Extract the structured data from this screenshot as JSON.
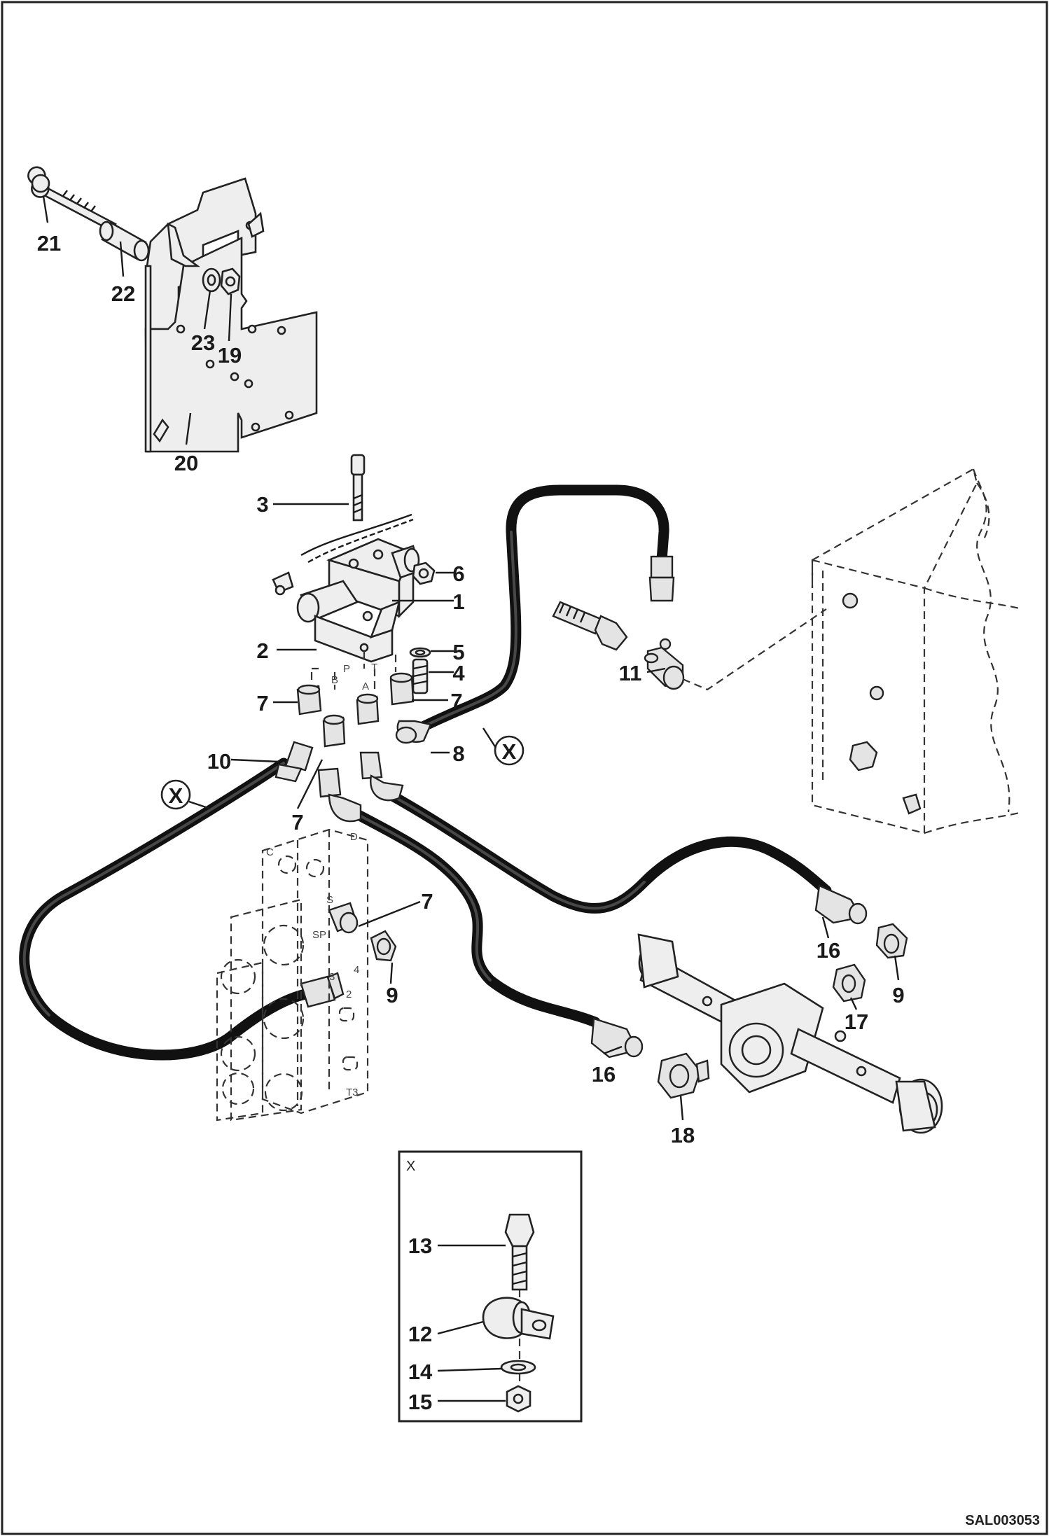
{
  "drawing_number": "SAL003053",
  "detail": {
    "label": "X",
    "items": [
      "13",
      "12",
      "14",
      "15"
    ]
  },
  "section_markers": [
    "X",
    "X"
  ],
  "callouts": [
    {
      "id": "c21",
      "text": "21"
    },
    {
      "id": "c22",
      "text": "22"
    },
    {
      "id": "c23",
      "text": "23"
    },
    {
      "id": "c19",
      "text": "19"
    },
    {
      "id": "c20",
      "text": "20"
    },
    {
      "id": "c3",
      "text": "3"
    },
    {
      "id": "c6",
      "text": "6"
    },
    {
      "id": "c1",
      "text": "1"
    },
    {
      "id": "c2",
      "text": "2"
    },
    {
      "id": "c5",
      "text": "5"
    },
    {
      "id": "c4",
      "text": "4"
    },
    {
      "id": "c7a",
      "text": "7"
    },
    {
      "id": "c7b",
      "text": "7"
    },
    {
      "id": "c8",
      "text": "8"
    },
    {
      "id": "c10",
      "text": "10"
    },
    {
      "id": "c7c",
      "text": "7"
    },
    {
      "id": "c7d",
      "text": "7"
    },
    {
      "id": "c9a",
      "text": "9"
    },
    {
      "id": "c11",
      "text": "11"
    },
    {
      "id": "c16a",
      "text": "16"
    },
    {
      "id": "c9b",
      "text": "9"
    },
    {
      "id": "c17",
      "text": "17"
    },
    {
      "id": "c16b",
      "text": "16"
    },
    {
      "id": "c18",
      "text": "18"
    },
    {
      "id": "c13",
      "text": "13"
    },
    {
      "id": "c12",
      "text": "12"
    },
    {
      "id": "c14",
      "text": "14"
    },
    {
      "id": "c15",
      "text": "15"
    }
  ],
  "port_labels": [
    "B",
    "A",
    "P",
    "T",
    "C",
    "D",
    "S",
    "SP",
    "3",
    "2",
    "4",
    "T3"
  ]
}
